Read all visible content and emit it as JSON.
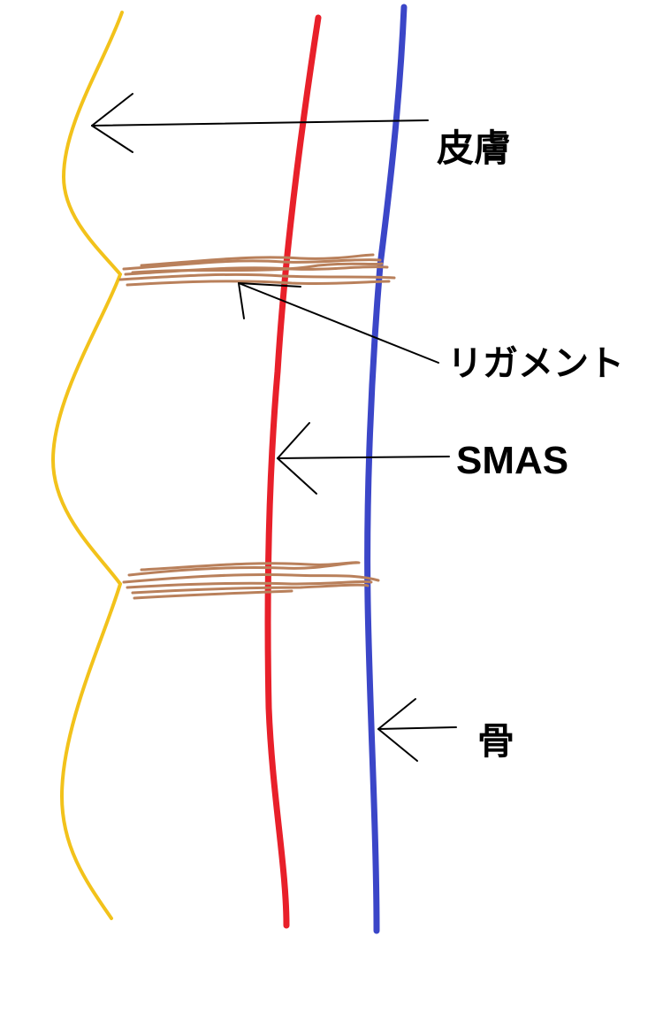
{
  "labels": {
    "skin": "皮膚",
    "ligament": "リガメント",
    "smas": "SMAS",
    "bone": "骨"
  },
  "colors": {
    "skin_line": "#f2c21b",
    "smas_line": "#e8202a",
    "bone_line": "#3b46c8",
    "ligament": "#b9805b",
    "arrow": "#000000"
  }
}
